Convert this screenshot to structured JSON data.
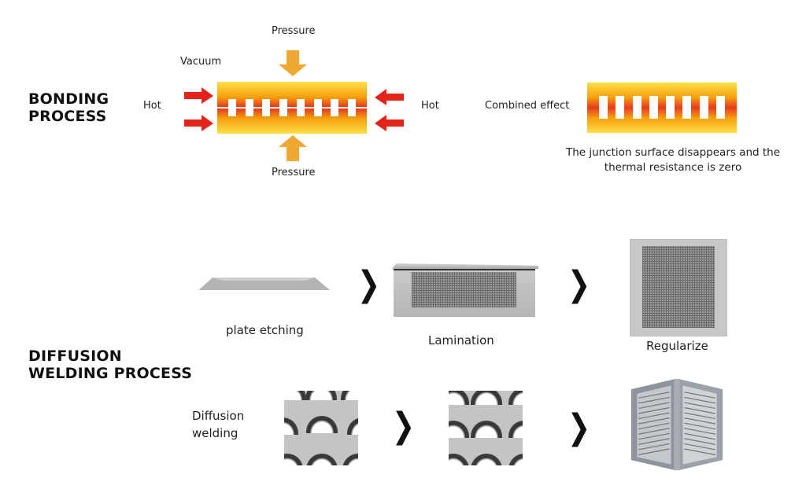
{
  "bonding": {
    "heading_line1": "BONDING",
    "heading_line2": "PROCESS",
    "labels": {
      "pressure_top": "Pressure",
      "pressure_bottom": "Pressure",
      "vacuum": "Vacuum",
      "hot_left": "Hot",
      "hot_right": "Hot",
      "combined": "Combined effect"
    },
    "result_line1": "The junction surface disappears and the",
    "result_line2": "thermal resistance is zero",
    "colors": {
      "heat_arrow": "#e5231b",
      "pressure_arrow": "#f0a830",
      "gradient_outer": "#fde047",
      "gradient_inner": "#e63a1f"
    },
    "tooth_count": 8
  },
  "diffusion": {
    "heading_line1": "DIFFUSION",
    "heading_line2": "WELDING PROCESS",
    "row1_steps": [
      {
        "label": "plate etching",
        "icon": "etched-plate-image"
      },
      {
        "label": "Lamination",
        "icon": "laminated-stack-image"
      },
      {
        "label": "Regularize",
        "icon": "regularized-core-image"
      }
    ],
    "row2_label_line1": "Diffusion",
    "row2_label_line2": "welding",
    "row2_steps": [
      {
        "icon": "channel-cross-section-before-image"
      },
      {
        "icon": "channel-cross-section-after-image"
      },
      {
        "icon": "heat-exchanger-core-image"
      }
    ],
    "arrow_glyph": "❯"
  }
}
